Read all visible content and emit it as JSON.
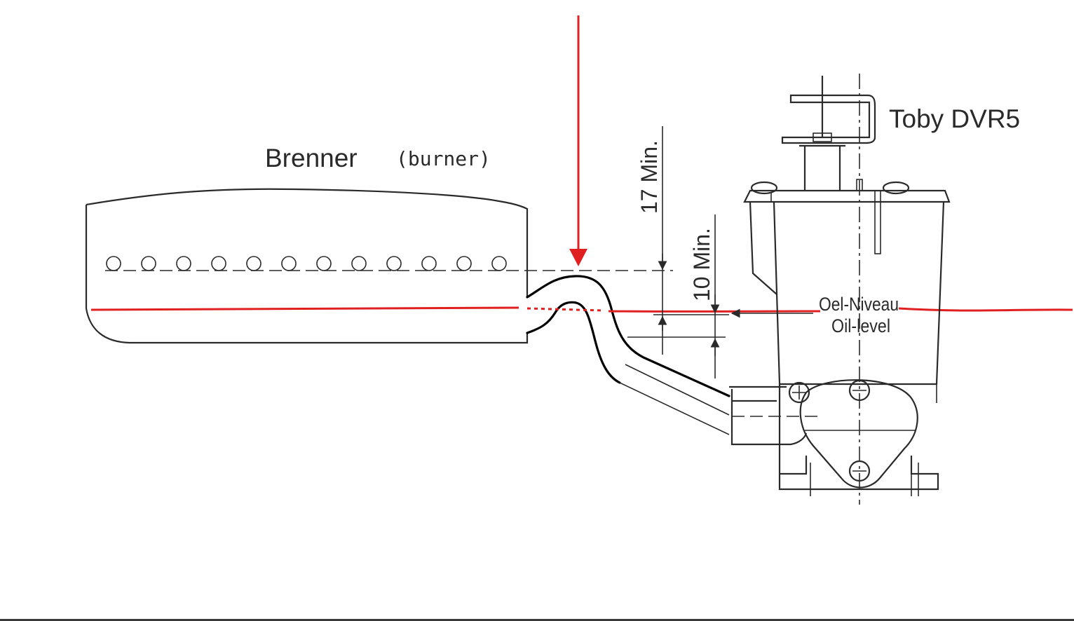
{
  "labels": {
    "burner_de": "Brenner",
    "burner_en": "(burner)",
    "device": "Toby DVR5",
    "oil_level_de": "Oel-Niveau",
    "oil_level_en": "Oil-level",
    "dim_17": "17 Min.",
    "dim_10": "10 Min."
  },
  "colors": {
    "annotation_red": "#e02020",
    "line_ink": "#2a2a2a",
    "hose_black": "#000000"
  }
}
